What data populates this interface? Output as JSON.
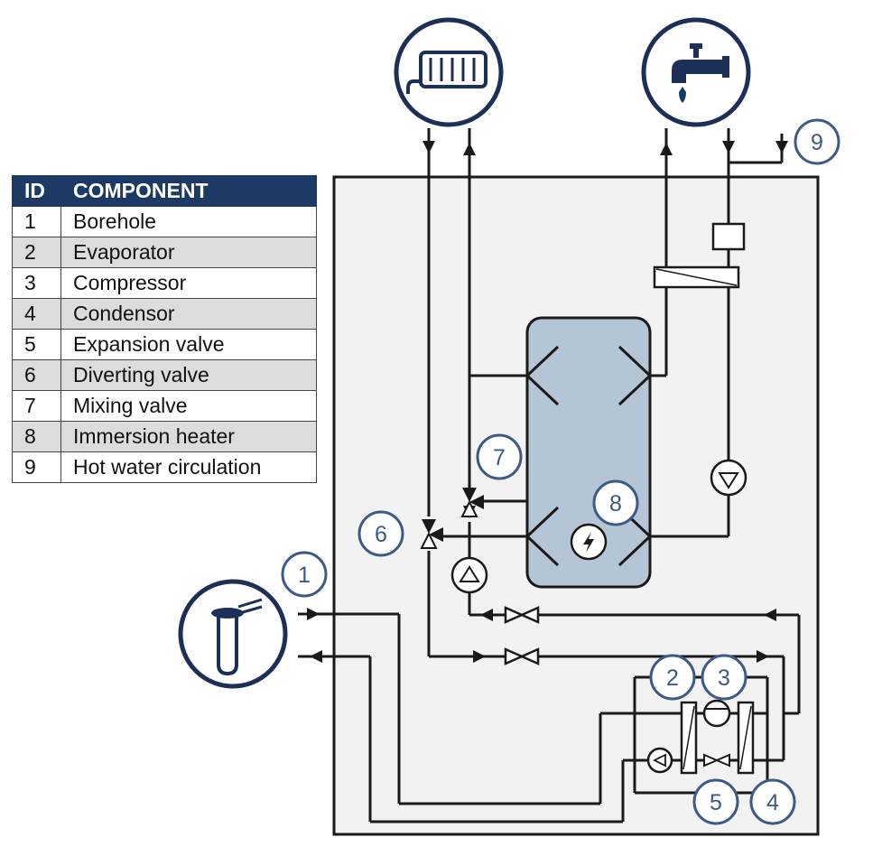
{
  "legend": {
    "headers": {
      "id": "ID",
      "component": "COMPONENT"
    },
    "rows": [
      {
        "id": "1",
        "component": "Borehole"
      },
      {
        "id": "2",
        "component": "Evaporator"
      },
      {
        "id": "3",
        "component": "Compressor"
      },
      {
        "id": "4",
        "component": "Condensor"
      },
      {
        "id": "5",
        "component": "Expansion valve"
      },
      {
        "id": "6",
        "component": "Diverting valve"
      },
      {
        "id": "7",
        "component": "Mixing valve"
      },
      {
        "id": "8",
        "component": "Immersion heater"
      },
      {
        "id": "9",
        "component": "Hot water circulation"
      }
    ]
  },
  "markers": [
    "1",
    "2",
    "3",
    "4",
    "5",
    "6",
    "7",
    "8",
    "9"
  ],
  "icons": {
    "radiator": "radiator-icon",
    "tap": "water-tap-icon",
    "borehole": "borehole-probe-icon",
    "heater": "lightning-icon"
  },
  "colors": {
    "header_bg": "#1c3a63",
    "row_alt": "#dcdcdc",
    "line": "#1a1a1a",
    "circle_outline": "#1c2f57",
    "marker": "#3c5a85",
    "tank_fill": "#b4c5d6",
    "unit_fill": "#f2f2f2",
    "drop": "#1c3a63"
  }
}
